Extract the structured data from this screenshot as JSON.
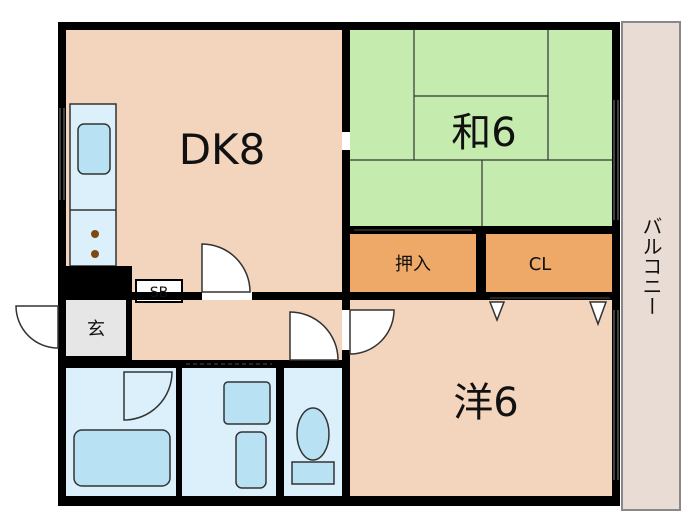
{
  "rooms": {
    "dk": {
      "label": "DK8"
    },
    "washitsu": {
      "label": "和6"
    },
    "oshiire": {
      "label": "押入"
    },
    "closet": {
      "label": "CL"
    },
    "youshitsu": {
      "label": "洋6"
    },
    "genkan": {
      "label": "玄"
    },
    "shoe_box": {
      "label": "SB"
    },
    "balcony": {
      "label": "バルコニー"
    }
  },
  "colors": {
    "dk_floor": "#f3d4bd",
    "washitsu_floor": "#c5ecae",
    "storage_floor": "#eea867",
    "wet_area_floor": "#dcf0fb",
    "fixture": "#b8e2f4",
    "balcony": "#e9dcd5",
    "hallway": "#f3d4bd",
    "wall": "#000000"
  },
  "icons": [
    "sink-icon",
    "stove-burner-icon",
    "bathtub-icon",
    "wash-basin-icon",
    "toilet-icon",
    "door-swing-icon",
    "sliding-door-icon"
  ]
}
